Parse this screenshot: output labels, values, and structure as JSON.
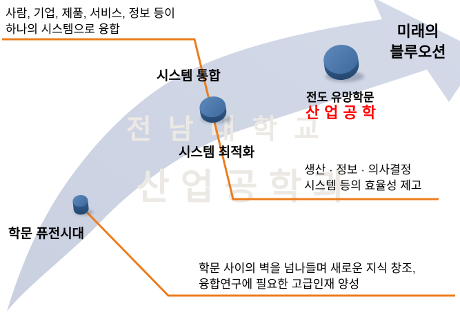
{
  "goal": {
    "line1": "미래의",
    "line2": "블루오션"
  },
  "watermark": {
    "line1": "전남대학교",
    "line2": "산업공학과"
  },
  "milestones": {
    "fusion_era_label": "학문 퓨전시대",
    "optimization_label": "시스템 최적화",
    "integration_label": "시스템 통합",
    "promising_label": "전도 유망학문",
    "major_label": "산업공학"
  },
  "descriptions": {
    "integration_line1": "사람, 기업, 제품, 서비스, 정보 등이",
    "integration_line2": "하나의 시스템으로 융합",
    "optimization_line1": "생산 · 정보 · 의사결정",
    "optimization_line2": "시스템 등의 효율성 제고",
    "fusion_line1": "학문 사이의 벽을 넘나들며 새로운 지식 창조,",
    "fusion_line2": "융합연구에 필요한 고급인재 양성"
  },
  "colors": {
    "arrow_band": "#CDD4E3",
    "callout_orange": "#EC7C1C",
    "highlight_red": "#FF0000",
    "puck_top_blue": "#4A77AB",
    "puck_side_blue": "#2E5586",
    "watermark_gray": "#ECE9E5"
  }
}
